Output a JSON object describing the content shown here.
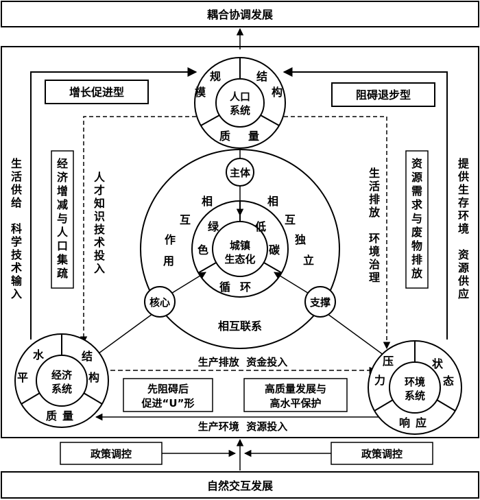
{
  "top_title": "耦合协调发展",
  "bottom_title": "自然交互发展",
  "policy_left": "政策调控",
  "policy_right": "政策调控",
  "growth_type": "增长促进型",
  "hinder_type": "阻碍退步型",
  "population": {
    "center": [
      "人口",
      "系统"
    ],
    "s1": "规",
    "s2": "模",
    "s3": "结",
    "s4": "构",
    "s5": "质",
    "s6": "量"
  },
  "economy": {
    "center": [
      "经济",
      "系统"
    ],
    "s1": "水",
    "s2": "平",
    "s3": "结",
    "s4": "构",
    "s5": "质",
    "s6": "量"
  },
  "environment": {
    "center": [
      "环境",
      "系统"
    ],
    "s1": "压",
    "s2": "力",
    "s3": "状",
    "s4": "态",
    "s5": "响",
    "s6": "应"
  },
  "center": {
    "core": [
      "城镇",
      "生态化"
    ],
    "ring": [
      "绿",
      "色",
      "低",
      "碳",
      "循",
      "环"
    ]
  },
  "subject": "主体",
  "nucleus": "核心",
  "support": "支撑",
  "interact": [
    "相",
    "互",
    "作",
    "用"
  ],
  "independent": [
    "相",
    "互",
    "独",
    "立"
  ],
  "linked": "相互联系",
  "box_econ_pop": "经济增减与人口集疏",
  "box_res": "资源需求与废物排放",
  "talent": "人才知识技术投入",
  "life_env": "生活排放  环境治理",
  "left_vertical": "生活供给  科学技术输入",
  "right_vertical": "提供生存环境  资源供应",
  "prod_emission": "生产排放  资金投入",
  "prod_env": "生产环境  资源投入",
  "box_u": [
    "先阻碍后",
    "促进“U”形"
  ],
  "box_hq": [
    "高质量发展与",
    "高水平保护"
  ]
}
